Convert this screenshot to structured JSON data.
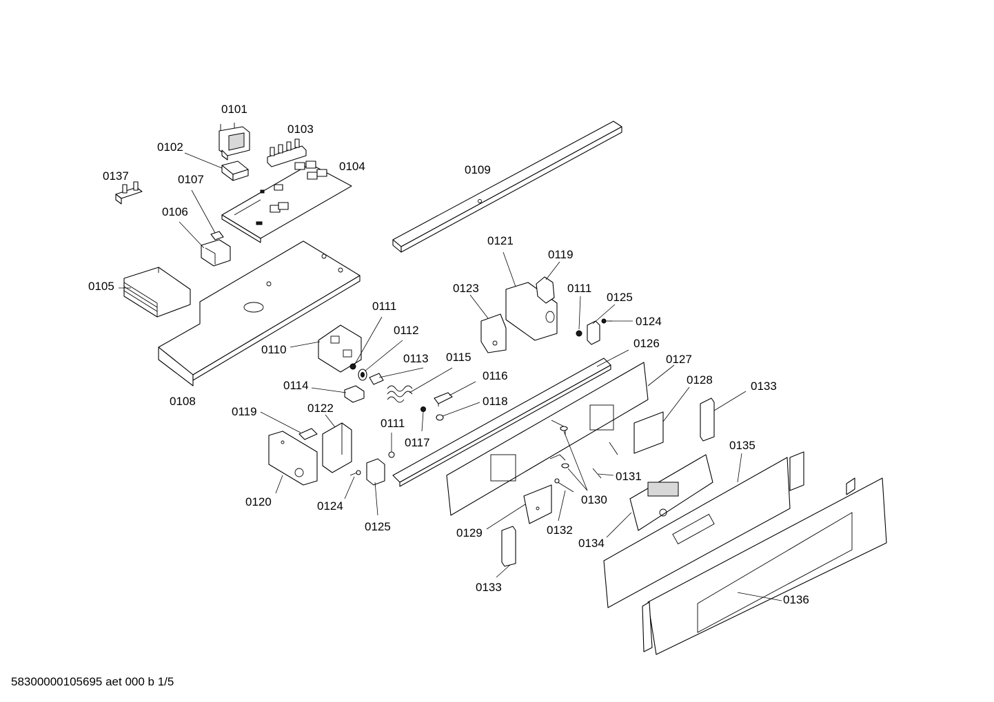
{
  "footer_text": "58300000105695 aet 000 b 1/5",
  "labels": [
    "0101",
    "0102",
    "0103",
    "0104",
    "0137",
    "0107",
    "0106",
    "0105",
    "0108",
    "0109",
    "0110",
    "0111",
    "0112",
    "0113",
    "0115",
    "0114",
    "0116",
    "0118",
    "0117",
    "0119",
    "0122",
    "0120",
    "0124",
    "0125",
    "0111",
    "0121",
    "0119",
    "0123",
    "0111",
    "0125",
    "0124",
    "0126",
    "0127",
    "0128",
    "0133",
    "0135",
    "0131",
    "0130",
    "0129",
    "0132",
    "0134",
    "0133",
    "0136"
  ]
}
